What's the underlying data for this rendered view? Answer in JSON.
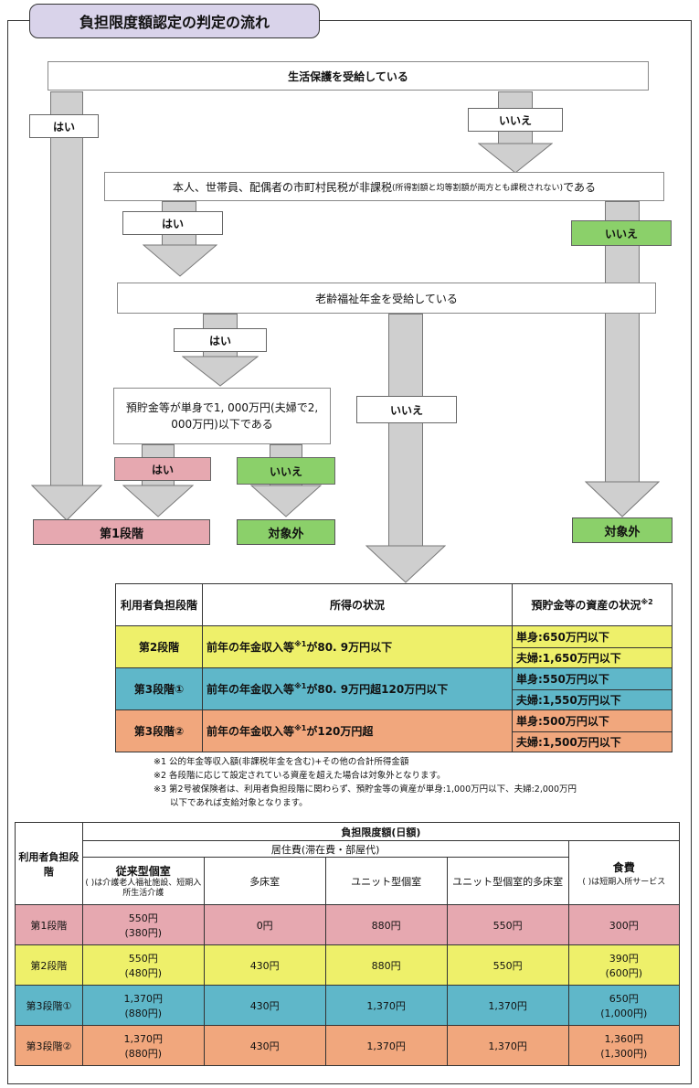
{
  "title": "負担限度額認定の判定の流れ",
  "flow": {
    "q1": "生活保護を受給している",
    "q1_yes": "はい",
    "q1_no": "いいえ",
    "q2": "本人、世帯員、配偶者の市町村民税が非課税",
    "q2_note": "(所得割額と均等割額が両方とも課税されない)",
    "q2_end": "である",
    "q2_yes": "はい",
    "q2_no": "いいえ",
    "q3": "老齢福祉年金を受給している",
    "q3_yes": "はい",
    "q3_no": "いいえ",
    "q4": "預貯金等が単身で1, 000万円(夫婦で2, 000万円)以下である",
    "q4_yes": "はい",
    "q4_no": "いいえ",
    "result_stage1": "第1段階",
    "result_exempt1": "対象外",
    "result_exempt2": "対象外"
  },
  "table1": {
    "headers": [
      "利用者負担段階",
      "所得の状況",
      "預貯金等の資産の状況"
    ],
    "header_sup": "※2",
    "rows": [
      {
        "stage": "第2段階",
        "income_pre": "前年の年金収入等",
        "sup": "※1",
        "income_post": "が80. 9万円以下",
        "single": "単身:650万円以下",
        "couple": "夫婦:1,650万円以下"
      },
      {
        "stage": "第3段階①",
        "income_pre": "前年の年金収入等",
        "sup": "※1",
        "income_post": "が80. 9万円超120万円以下",
        "single": "単身:550万円以下",
        "couple": "夫婦:1,550万円以下"
      },
      {
        "stage": "第3段階②",
        "income_pre": "前年の年金収入等",
        "sup": "※1",
        "income_post": "が120万円超",
        "single": "単身:500万円以下",
        "couple": "夫婦:1,500万円以下"
      }
    ]
  },
  "notes": [
    "※1 公的年金等収入額(非課税年金を含む)+その他の合計所得金額",
    "※2 各段階に応じて設定されている資産を超えた場合は対象外となります。",
    "※3 第2号被保険者は、利用者負担段階に関わらず、預貯金等の資産が単身:1,000万円以下、夫婦:2,000万円",
    "以下であれば支給対象となります。"
  ],
  "table2": {
    "h_stage": "利用者負担段階",
    "h_limit": "負担限度額(日額)",
    "h_housing": "居住費(滞在費・部屋代)",
    "h_cols": [
      {
        "main": "従来型個室",
        "sub": "( )は介護老人福祉施設、短期入所生活介護"
      },
      {
        "main": "多床室",
        "sub": ""
      },
      {
        "main": "ユニット型個室",
        "sub": ""
      },
      {
        "main": "ユニット型個室的多床室",
        "sub": ""
      }
    ],
    "h_food": "食費",
    "h_food_sub": "( )は短期入所サービス",
    "rows": [
      {
        "stage": "第1段階",
        "c1": "550円",
        "c1b": "(380円)",
        "c2": "0円",
        "c3": "880円",
        "c4": "550円",
        "food": "300円",
        "foodb": ""
      },
      {
        "stage": "第2段階",
        "c1": "550円",
        "c1b": "(480円)",
        "c2": "430円",
        "c3": "880円",
        "c4": "550円",
        "food": "390円",
        "foodb": "(600円)"
      },
      {
        "stage": "第3段階①",
        "c1": "1,370円",
        "c1b": "(880円)",
        "c2": "430円",
        "c3": "1,370円",
        "c4": "1,370円",
        "food": "650円",
        "foodb": "(1,000円)"
      },
      {
        "stage": "第3段階②",
        "c1": "1,370円",
        "c1b": "(880円)",
        "c2": "430円",
        "c3": "1,370円",
        "c4": "1,370円",
        "food": "1,360円",
        "foodb": "(1,300円)"
      }
    ]
  }
}
